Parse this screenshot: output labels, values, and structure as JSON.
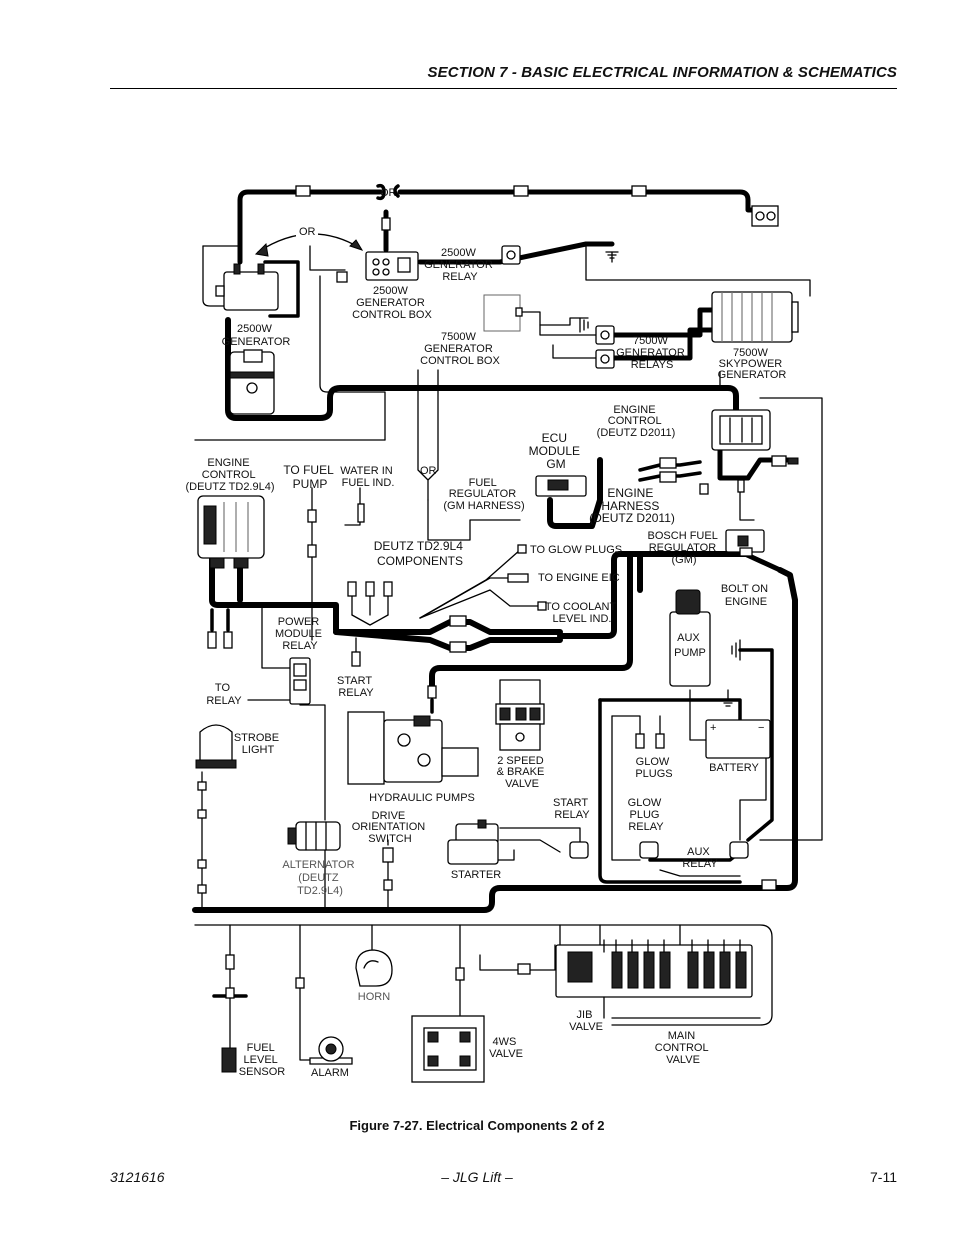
{
  "header": {
    "section_title": "SECTION 7 - BASIC ELECTRICAL INFORMATION & SCHEMATICS"
  },
  "diagram": {
    "or_top": "OR",
    "or_generator": "OR",
    "or_fuel": "OR",
    "gen2500_relay": [
      "2500W",
      "GENERATOR",
      "RELAY"
    ],
    "gen2500_control_box": [
      "2500W",
      "GENERATOR",
      "CONTROL BOX"
    ],
    "gen2500": [
      "2500W",
      "GENERATOR"
    ],
    "gen7500_control_box": [
      "7500W",
      "GENERATOR",
      "CONTROL BOX"
    ],
    "gen7500_relays": [
      "7500W",
      "GENERATOR",
      "RELAYS"
    ],
    "skypower": [
      "7500W",
      "SKYPOWER",
      "GENERATOR"
    ],
    "engine_control_d2011": [
      "ENGINE",
      "CONTROL",
      "(DEUTZ D2011)"
    ],
    "ecu_module": [
      "ECU",
      "MODULE",
      "GM"
    ],
    "engine_control_td": [
      "ENGINE",
      "CONTROL",
      "(DEUTZ TD2.9L4)"
    ],
    "to_fuel_pump": [
      "TO FUEL",
      "PUMP"
    ],
    "water_in_fuel": [
      "WATER IN",
      "FUEL IND."
    ],
    "fuel_regulator": [
      "FUEL",
      "REGULATOR",
      "(GM HARNESS)"
    ],
    "engine_harness": [
      "ENGINE",
      "HARNESS",
      "(DEUTZ D2011)"
    ],
    "deutz_components": [
      "DEUTZ TD2.9L4",
      "COMPONENTS"
    ],
    "to_glow_plugs": "TO GLOW PLUGS",
    "to_engine_eic": "TO ENGINE EIC",
    "to_coolant": [
      "TO COOLANT",
      "LEVEL IND."
    ],
    "bosch_regulator": [
      "BOSCH FUEL",
      "REGULATOR",
      "(GM)"
    ],
    "bolt_on_engine": [
      "BOLT ON",
      "ENGINE"
    ],
    "aux_pump": [
      "AUX",
      "PUMP"
    ],
    "power_module_relay": [
      "POWER",
      "MODULE",
      "RELAY"
    ],
    "start_relay_left": [
      "START",
      "RELAY"
    ],
    "to_relay": [
      "TO",
      "RELAY"
    ],
    "strobe_light": [
      "STROBE",
      "LIGHT"
    ],
    "two_speed_valve": [
      "2 SPEED",
      "& BRAKE",
      "VALVE"
    ],
    "glow_plugs": [
      "GLOW",
      "PLUGS"
    ],
    "battery": "BATTERY",
    "battery_plus": "+",
    "battery_minus": "−",
    "hydraulic_pumps": "HYDRAULIC PUMPS",
    "drive_orientation": [
      "DRIVE",
      "ORIENTATION",
      "SWITCH"
    ],
    "start_relay_right": [
      "START",
      "RELAY"
    ],
    "glow_plug_relay": [
      "GLOW",
      "PLUG",
      "RELAY"
    ],
    "alternator": [
      "ALTERNATOR",
      "(DEUTZ",
      "TD2.9L4)"
    ],
    "starter": "STARTER",
    "aux_relay": [
      "AUX",
      "RELAY"
    ],
    "horn": "HORN",
    "jib_valve": [
      "JIB",
      "VALVE"
    ],
    "fuel_level_sensor": [
      "FUEL",
      "LEVEL",
      "SENSOR"
    ],
    "alarm": "ALARM",
    "ws4_valve": [
      "4WS",
      "VALVE"
    ],
    "main_control_valve": [
      "MAIN",
      "CONTROL",
      "VALVE"
    ]
  },
  "caption": "Figure 7-27.  Electrical Components 2 of 2",
  "footer": {
    "doc_number": "3121616",
    "publisher": "– JLG Lift –",
    "page": "7-11"
  }
}
